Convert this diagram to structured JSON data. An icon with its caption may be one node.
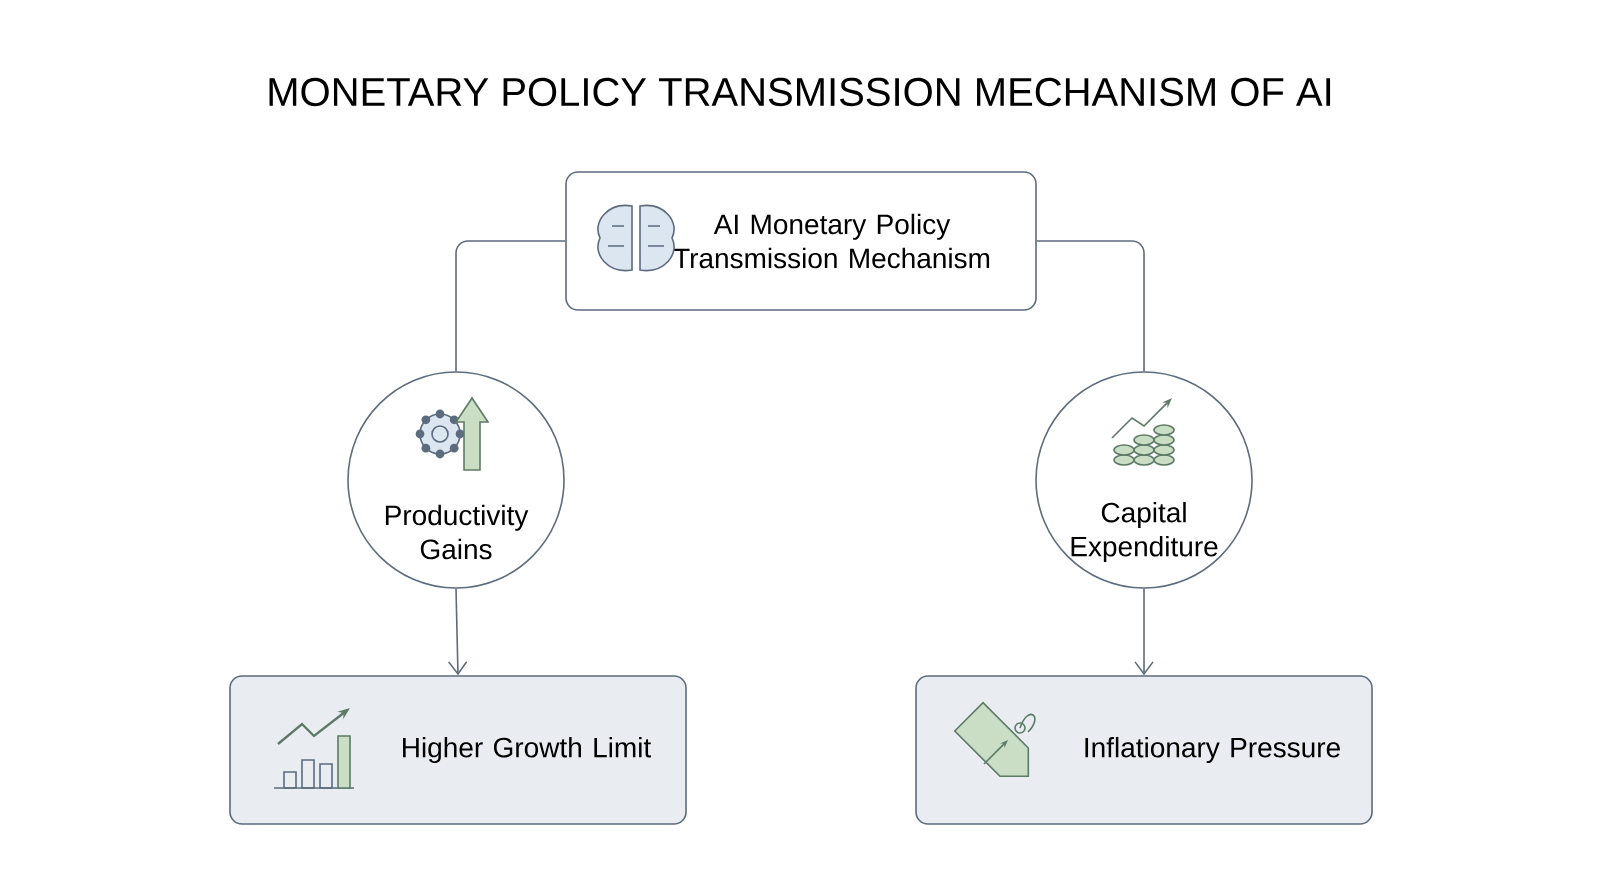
{
  "diagram": {
    "title": "MONETARY POLICY TRANSMISSION MECHANISM OF AI",
    "nodes": [
      {
        "text": [
          "AI Monetary Policy Transmission Mechanism"
        ]
      },
      {
        "text": [
          "Productivity Gains"
        ]
      },
      {
        "text": [
          "Capital Expenditure"
        ]
      },
      {
        "text": [
          "Higher Growth Limit"
        ]
      },
      {
        "text": [
          "Inflationary Pressure"
        ]
      }
    ],
    "edges": [
      {
        "from": 0,
        "to": 1,
        "arrow": "none"
      },
      {
        "from": 0,
        "to": 2,
        "arrow": "none"
      },
      {
        "from": 1,
        "to": 3,
        "arrow": "to"
      },
      {
        "from": 2,
        "to": 4,
        "arrow": "to"
      }
    ]
  }
}
